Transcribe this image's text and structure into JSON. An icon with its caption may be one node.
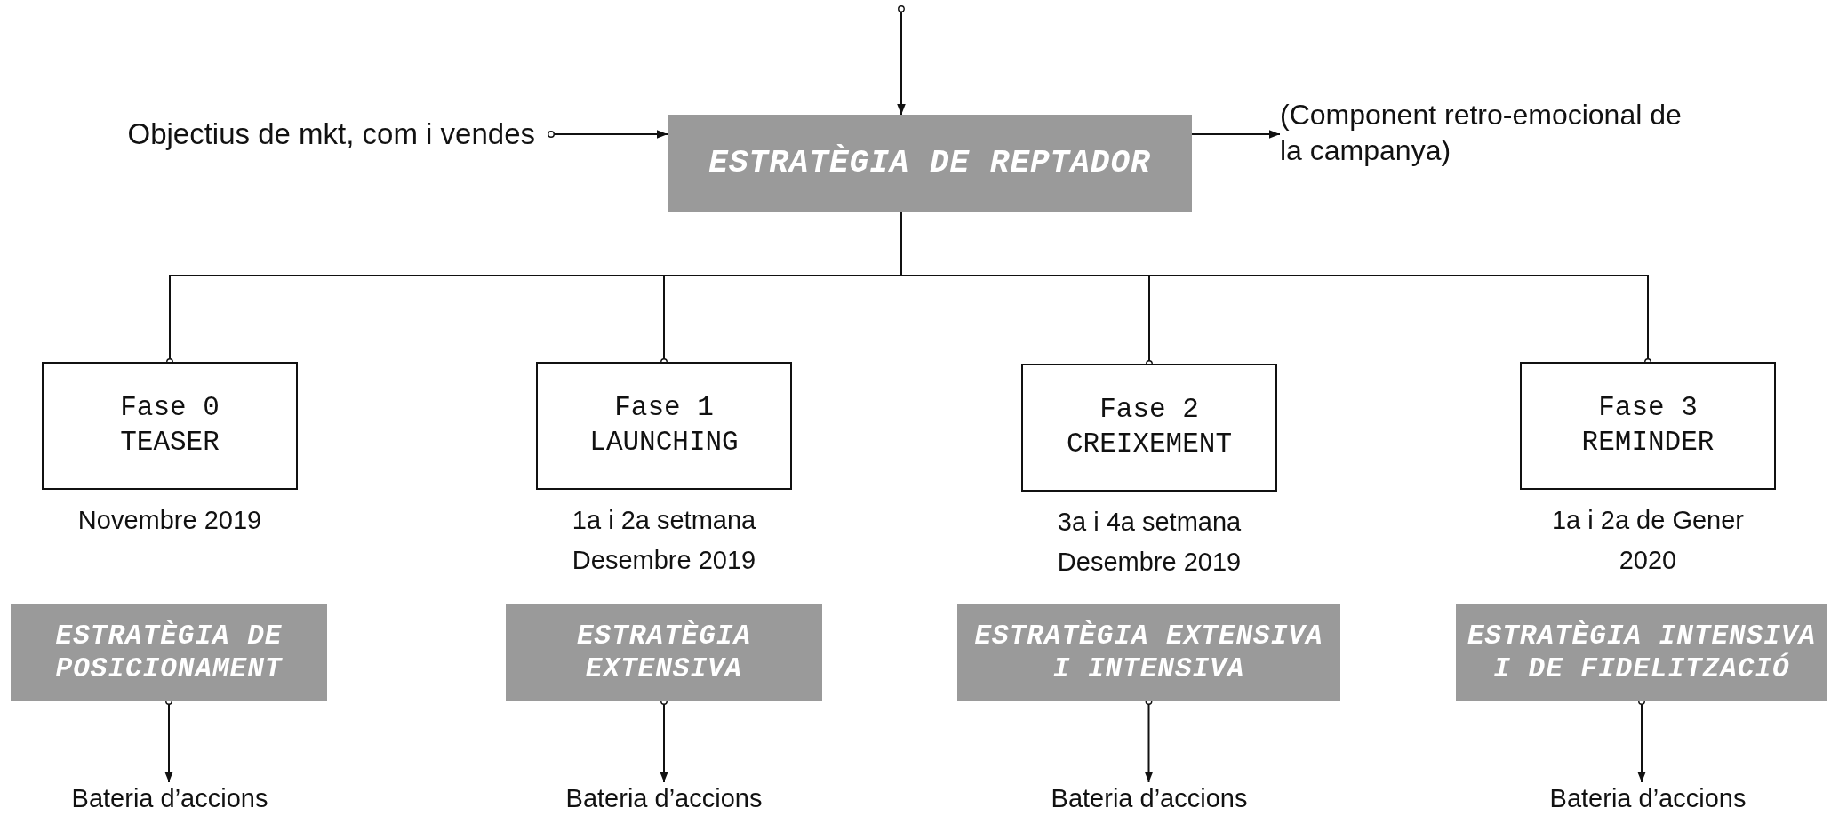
{
  "diagram": {
    "nodes": [
      {
        "text": [
          "Objectius de mkt, com i vendes"
        ]
      },
      {
        "text": [
          "ESTRATÈGIA DE REPTADOR"
        ]
      },
      {
        "text": [
          "(Component retro-emocional de la campanya)"
        ]
      },
      {
        "text": [
          "Fase 0",
          "TEASER"
        ],
        "beside": [
          "Novembre 2019"
        ]
      },
      {
        "text": [
          "Fase 1",
          "LAUNCHING"
        ],
        "beside": [
          "1a i 2a setmana",
          "Desembre 2019"
        ]
      },
      {
        "text": [
          "Fase 2",
          "CREIXEMENT"
        ],
        "beside": [
          "3a i 4a setmana",
          "Desembre 2019"
        ]
      },
      {
        "text": [
          "Fase 3",
          "REMINDER"
        ],
        "beside": [
          "1a i 2a de Gener",
          "2020"
        ]
      },
      {
        "text": [
          "ESTRATÈGIA DE POSICIONAMENT"
        ]
      },
      {
        "text": [
          "ESTRATÈGIA EXTENSIVA"
        ]
      },
      {
        "text": [
          "ESTRATÈGIA EXTENSIVA I INTENSIVA"
        ]
      },
      {
        "text": [
          "ESTRATÈGIA INTENSIVA I DE FIDELITZACIÓ"
        ]
      },
      {
        "text": [
          "Bateria d’accions"
        ]
      },
      {
        "text": [
          "Bateria d’accions"
        ]
      },
      {
        "text": [
          "Bateria d’accions"
        ]
      },
      {
        "text": [
          "Bateria d’accions"
        ]
      }
    ],
    "edges": [
      {
        "from": null,
        "to": 1,
        "arrow": "to"
      },
      {
        "from": 0,
        "to": 1,
        "arrow": "to"
      },
      {
        "from": 1,
        "to": 2,
        "arrow": "to"
      },
      {
        "from": 1,
        "to": 3,
        "arrow": "other"
      },
      {
        "from": 1,
        "to": 4,
        "arrow": "other"
      },
      {
        "from": 1,
        "to": 5,
        "arrow": "other"
      },
      {
        "from": 1,
        "to": 6,
        "arrow": "other"
      },
      {
        "from": 7,
        "to": 11,
        "arrow": "to"
      },
      {
        "from": 8,
        "to": 12,
        "arrow": "to"
      },
      {
        "from": 9,
        "to": 13,
        "arrow": "to"
      },
      {
        "from": 10,
        "to": 14,
        "arrow": "to"
      }
    ]
  }
}
